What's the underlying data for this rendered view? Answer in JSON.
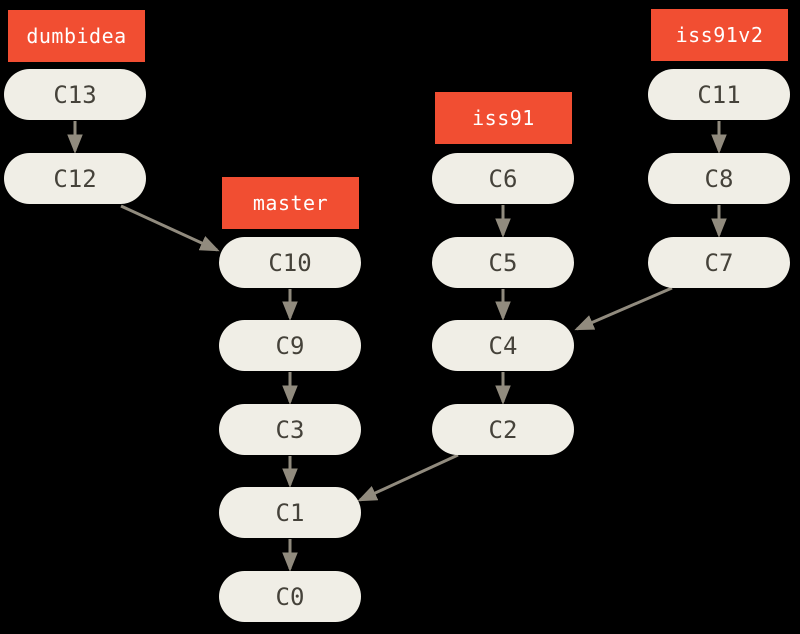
{
  "diagram": {
    "type": "git-commit-graph",
    "background": "#000000",
    "colors": {
      "branch_label_bg": "#F14E32",
      "branch_label_text": "#FFFFFF",
      "commit_node_bg": "#F0EEE6",
      "commit_node_text": "#45423A",
      "arrow": "#918B7E"
    },
    "branches": [
      {
        "label": "dumbidea",
        "points_to": "C13"
      },
      {
        "label": "master",
        "points_to": "C10"
      },
      {
        "label": "iss91",
        "points_to": "C6"
      },
      {
        "label": "iss91v2",
        "points_to": "C11"
      }
    ],
    "commits": [
      {
        "id": "C13"
      },
      {
        "id": "C12"
      },
      {
        "id": "C10"
      },
      {
        "id": "C9"
      },
      {
        "id": "C3"
      },
      {
        "id": "C1"
      },
      {
        "id": "C0"
      },
      {
        "id": "C6"
      },
      {
        "id": "C5"
      },
      {
        "id": "C4"
      },
      {
        "id": "C2"
      },
      {
        "id": "C11"
      },
      {
        "id": "C8"
      },
      {
        "id": "C7"
      }
    ],
    "edges": [
      {
        "from": "C13",
        "to": "C12"
      },
      {
        "from": "C12",
        "to": "C10"
      },
      {
        "from": "C10",
        "to": "C9"
      },
      {
        "from": "C9",
        "to": "C3"
      },
      {
        "from": "C3",
        "to": "C1"
      },
      {
        "from": "C1",
        "to": "C0"
      },
      {
        "from": "C6",
        "to": "C5"
      },
      {
        "from": "C5",
        "to": "C4"
      },
      {
        "from": "C4",
        "to": "C2"
      },
      {
        "from": "C2",
        "to": "C1"
      },
      {
        "from": "C11",
        "to": "C8"
      },
      {
        "from": "C8",
        "to": "C7"
      },
      {
        "from": "C7",
        "to": "C4"
      }
    ]
  }
}
